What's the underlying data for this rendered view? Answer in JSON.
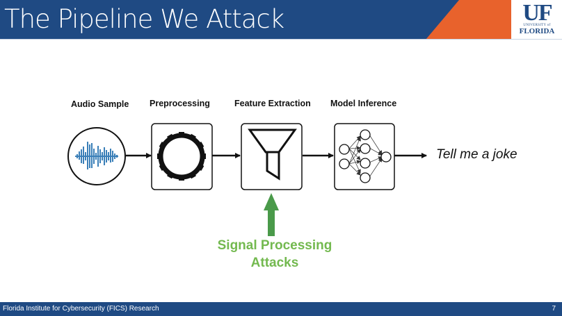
{
  "slide": {
    "title": "The Pipeline We Attack",
    "logo": {
      "mark": "UF",
      "line1": "UNIVERSITY of",
      "line2": "FLORIDA"
    },
    "footer": {
      "org": "Florida Institute for Cybersecurity (FICS) Research",
      "page_number": "7"
    }
  },
  "pipeline": {
    "stages": [
      {
        "label": "Audio Sample",
        "icon": "waveform-icon"
      },
      {
        "label": "Preprocessing",
        "icon": "gear-icon"
      },
      {
        "label": "Feature Extraction",
        "icon": "funnel-icon"
      },
      {
        "label": "Model Inference",
        "icon": "neural-network-icon"
      }
    ],
    "output": "Tell me a joke",
    "attack": {
      "line1": "Signal Processing",
      "line2": "Attacks",
      "target_stage": "Feature Extraction"
    }
  },
  "colors": {
    "header_blue": "#1f4a83",
    "accent_orange": "#e8622c",
    "attack_green": "#73b94f",
    "arrow_green": "#4a9a4a",
    "waveform_blue": "#3a7fb8"
  }
}
